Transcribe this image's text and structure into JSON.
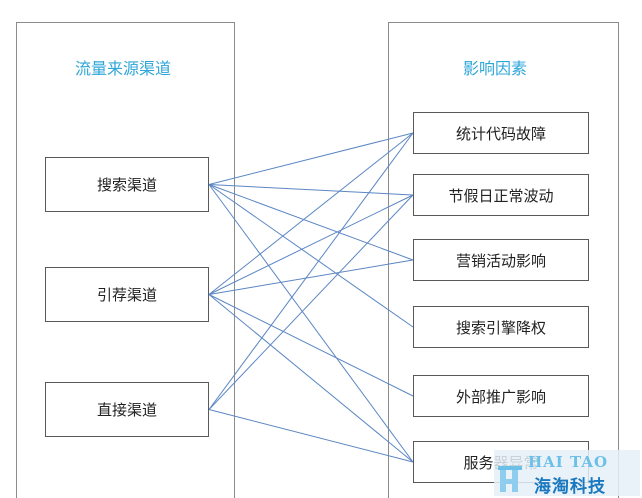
{
  "left_column": {
    "title": "流量来源渠道",
    "sources": [
      "搜索渠道",
      "引荐渠道",
      "直接渠道"
    ]
  },
  "right_column": {
    "title": "影响因素",
    "factors": [
      "统计代码故障",
      "节假日正常波动",
      "营销活动影响",
      "搜索引擎降权",
      "外部推广影响",
      "服务器异常"
    ]
  },
  "connections": [
    {
      "source": 0,
      "factors": [
        0,
        1,
        2,
        3,
        5
      ]
    },
    {
      "source": 1,
      "factors": [
        0,
        1,
        2,
        4,
        5
      ]
    },
    {
      "source": 2,
      "factors": [
        0,
        1,
        5
      ]
    }
  ],
  "colors": {
    "title": "#2ea6d8",
    "edge": "#5b86c4",
    "border": "#595959"
  },
  "watermark": {
    "english": "HAI TAO",
    "chinese": "海淘科技"
  }
}
